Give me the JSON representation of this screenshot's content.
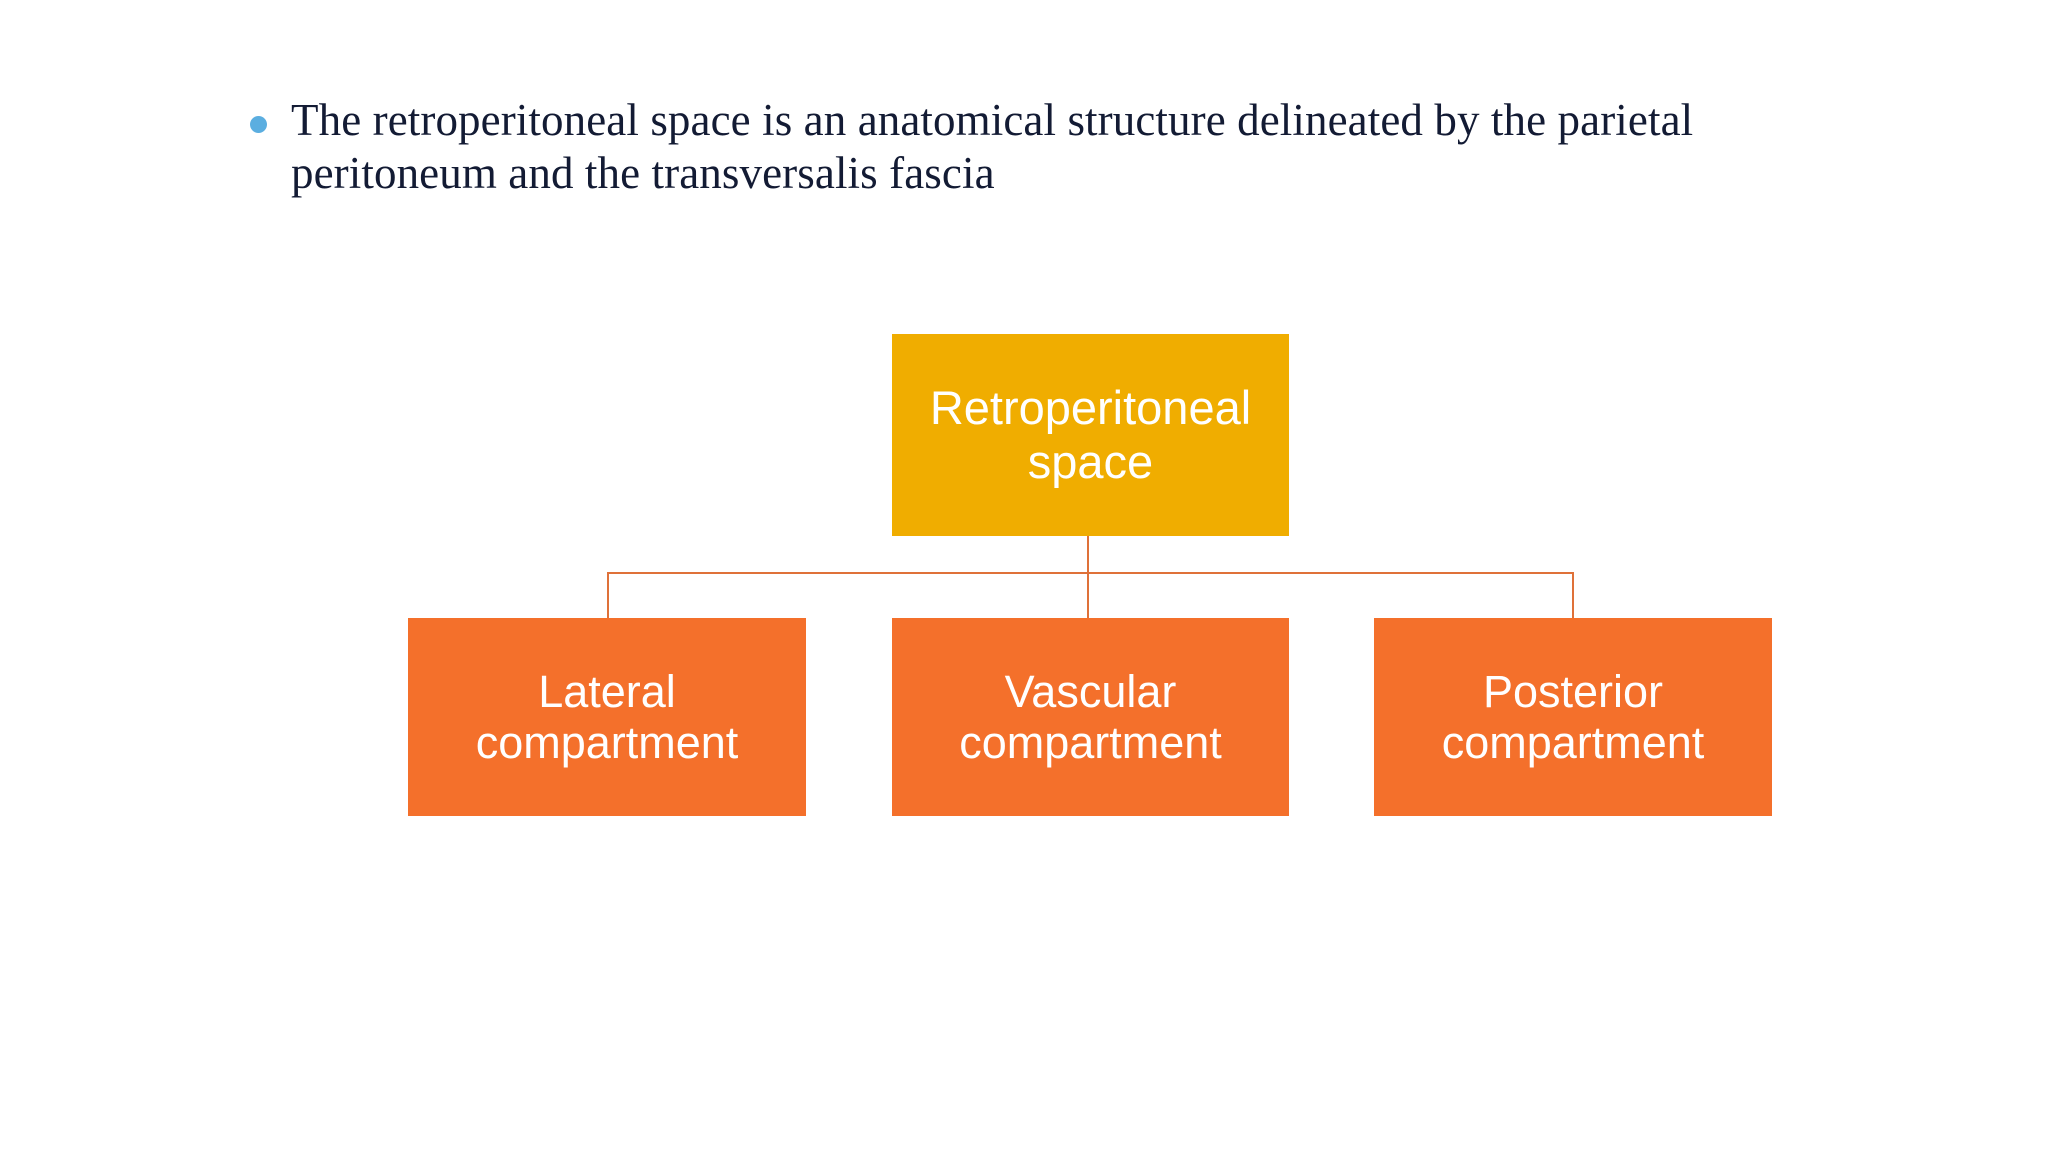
{
  "slide": {
    "background_color": "#FFFFFF",
    "bullet": {
      "marker_color": "#5BAEE0",
      "text_color": "#131B34",
      "text": "The retroperitoneal space is an anatomical structure delineated by the parietal peritoneum and the transversalis fascia"
    }
  },
  "chart_data": {
    "type": "diagram",
    "diagram_kind": "hierarchy-org-chart",
    "title": "",
    "connector_color": "#DF7139",
    "root": {
      "label": "Retroperitoneal space",
      "fill_color": "#F0AD00",
      "text_color": "#FFFFFF"
    },
    "children": [
      {
        "label": "Lateral compartment",
        "fill_color": "#F4702B",
        "text_color": "#FFFFFF"
      },
      {
        "label": "Vascular compartment",
        "fill_color": "#F4702B",
        "text_color": "#FFFFFF"
      },
      {
        "label": "Posterior compartment",
        "fill_color": "#F4702B",
        "text_color": "#FFFFFF"
      }
    ]
  }
}
